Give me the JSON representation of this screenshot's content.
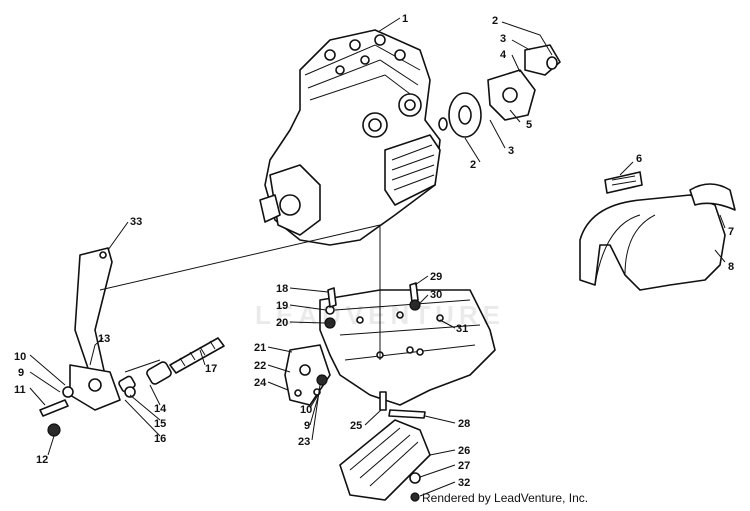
{
  "callouts": {
    "c1": "1",
    "c2a": "2",
    "c2b": "2",
    "c3a": "3",
    "c3b": "3",
    "c4": "4",
    "c5": "5",
    "c6": "6",
    "c7": "7",
    "c8": "8",
    "c9a": "9",
    "c9b": "9",
    "c10a": "10",
    "c10b": "10",
    "c11": "11",
    "c12": "12",
    "c13": "13",
    "c14": "14",
    "c15": "15",
    "c16": "16",
    "c17": "17",
    "c18": "18",
    "c19": "19",
    "c20": "20",
    "c21": "21",
    "c22": "22",
    "c23": "23",
    "c24": "24",
    "c25": "25",
    "c26": "26",
    "c27": "27",
    "c28": "28",
    "c29": "29",
    "c30": "30",
    "c31": "31",
    "c32": "32",
    "c33": "33"
  },
  "watermark": "LEADVENTURE",
  "credit": "Rendered by LeadVenture, Inc."
}
